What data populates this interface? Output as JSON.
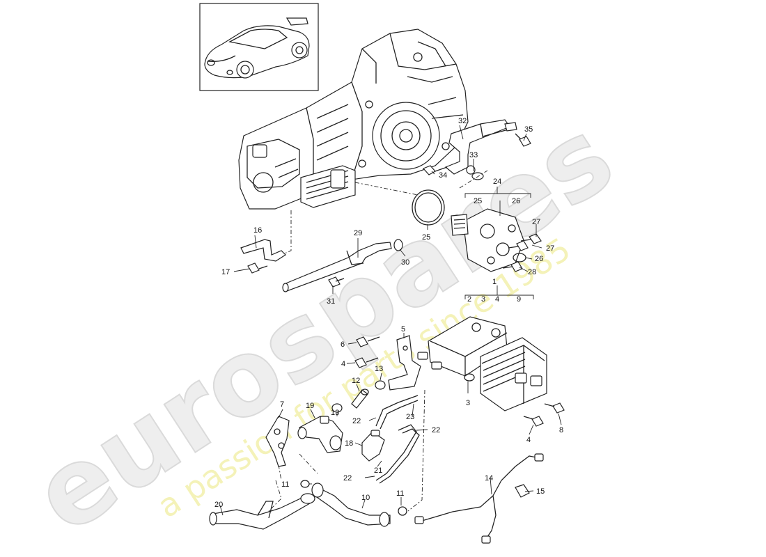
{
  "watermark": {
    "brand": "eurospares",
    "slogan": "a passion for parts since 1985",
    "brand_color": "#e6e6e6",
    "slogan_color": "#f3f0a8"
  },
  "thumbnail": {
    "icon": "car-icon"
  },
  "callouts": [
    {
      "id": "c1",
      "text": "1"
    },
    {
      "id": "c2",
      "text": "2"
    },
    {
      "id": "c3a",
      "text": "3"
    },
    {
      "id": "c4a",
      "text": "4"
    },
    {
      "id": "c9",
      "text": "9"
    },
    {
      "id": "c3b",
      "text": "3"
    },
    {
      "id": "c4b",
      "text": "4"
    },
    {
      "id": "c4c",
      "text": "4"
    },
    {
      "id": "c5",
      "text": "5"
    },
    {
      "id": "c6",
      "text": "6"
    },
    {
      "id": "c7",
      "text": "7"
    },
    {
      "id": "c8",
      "text": "8"
    },
    {
      "id": "c10",
      "text": "10"
    },
    {
      "id": "c11a",
      "text": "11"
    },
    {
      "id": "c11b",
      "text": "11"
    },
    {
      "id": "c12",
      "text": "12"
    },
    {
      "id": "c13a",
      "text": "13"
    },
    {
      "id": "c13b",
      "text": "13"
    },
    {
      "id": "c14",
      "text": "14"
    },
    {
      "id": "c15",
      "text": "15"
    },
    {
      "id": "c16",
      "text": "16"
    },
    {
      "id": "c17",
      "text": "17"
    },
    {
      "id": "c18",
      "text": "18"
    },
    {
      "id": "c19",
      "text": "19"
    },
    {
      "id": "c20",
      "text": "20"
    },
    {
      "id": "c21",
      "text": "21"
    },
    {
      "id": "c22a",
      "text": "22"
    },
    {
      "id": "c22b",
      "text": "22"
    },
    {
      "id": "c22c",
      "text": "22"
    },
    {
      "id": "c23",
      "text": "23"
    },
    {
      "id": "c24",
      "text": "24"
    },
    {
      "id": "c25a",
      "text": "25"
    },
    {
      "id": "c25b",
      "text": "25"
    },
    {
      "id": "c26a",
      "text": "26"
    },
    {
      "id": "c26b",
      "text": "26"
    },
    {
      "id": "c27a",
      "text": "27"
    },
    {
      "id": "c27b",
      "text": "27"
    },
    {
      "id": "c28",
      "text": "28"
    },
    {
      "id": "c29",
      "text": "29"
    },
    {
      "id": "c30",
      "text": "30"
    },
    {
      "id": "c31",
      "text": "31"
    },
    {
      "id": "c32",
      "text": "32"
    },
    {
      "id": "c33",
      "text": "33"
    },
    {
      "id": "c34",
      "text": "34"
    },
    {
      "id": "c35",
      "text": "35"
    }
  ]
}
